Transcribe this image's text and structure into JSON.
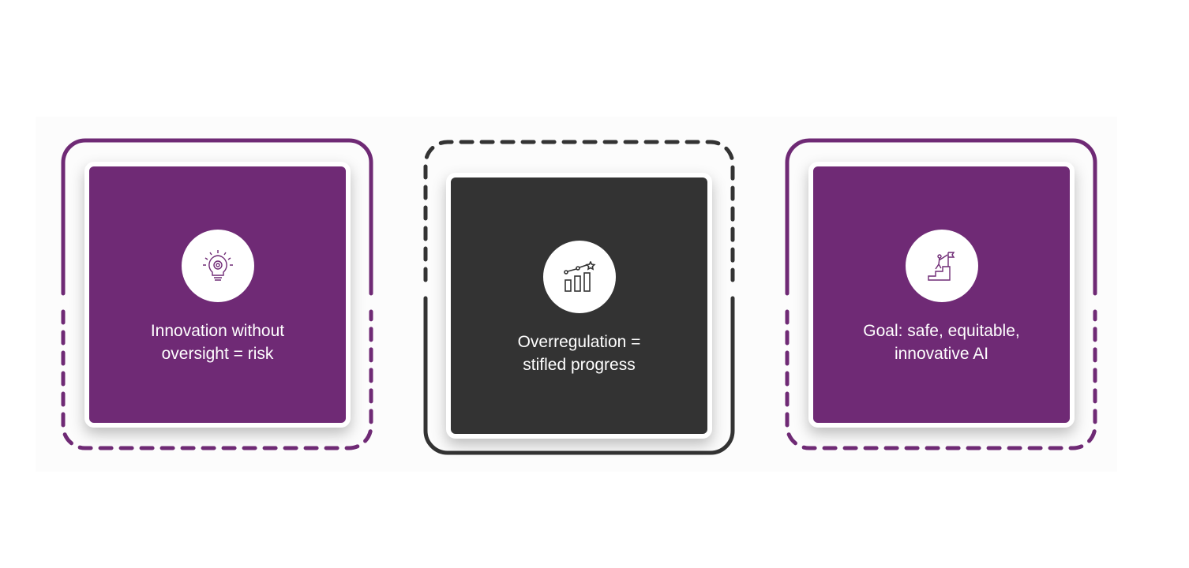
{
  "colors": {
    "purple": "#6f2a75",
    "dark": "#333333"
  },
  "cards": [
    {
      "label_line1": "Innovation without",
      "label_line2": "oversight = risk",
      "icon": "lightbulb-gear-icon"
    },
    {
      "label_line1": "Overregulation =",
      "label_line2": "stifled progress",
      "icon": "growth-chart-star-icon"
    },
    {
      "label_line1": "Goal: safe, equitable,",
      "label_line2": "innovative AI",
      "icon": "climber-flag-icon"
    }
  ]
}
